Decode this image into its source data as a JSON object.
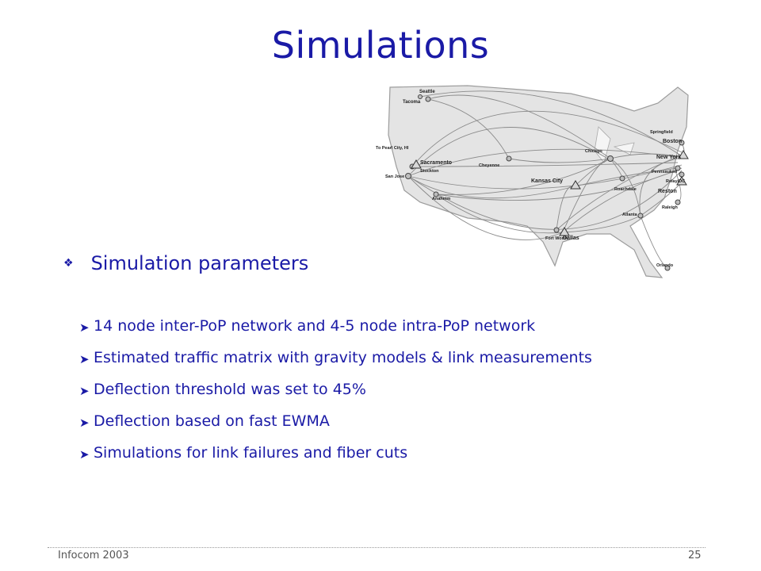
{
  "slide": {
    "title": "Simulations",
    "main_bullet": "Simulation parameters",
    "sub_bullets": [
      "14 node inter-PoP network and 4-5 node intra-PoP network",
      "Estimated traffic matrix with gravity models & link measurements",
      "Deflection threshold was set to 45%",
      "Deflection based on fast EWMA",
      "Simulations for link failures and fiber cuts"
    ]
  },
  "map": {
    "labels": {
      "seattle": "Seattle",
      "tacoma": "Tacoma",
      "pearl": "To Pearl City, HI",
      "sacramento": "Sacramento",
      "stockton": "Stockton",
      "sanjose": "San Jose",
      "anaheim": "Anaheim",
      "cheyenne": "Cheyenne",
      "kansas": "Kansas City",
      "chicago": "Chicago",
      "roachdale": "Roachdale",
      "atlanta": "Atlanta",
      "fortworth": "Fort Worth",
      "dallas": "Dallas",
      "orlando": "Orlando",
      "raleigh": "Raleigh",
      "reston": "Reston",
      "relay": "Relay/DC",
      "pennsauken": "Pennsauken",
      "newyork": "New York",
      "boston": "Boston",
      "springfield": "Springfield"
    }
  },
  "footer": {
    "left": "Infocom 2003",
    "page": "25"
  }
}
